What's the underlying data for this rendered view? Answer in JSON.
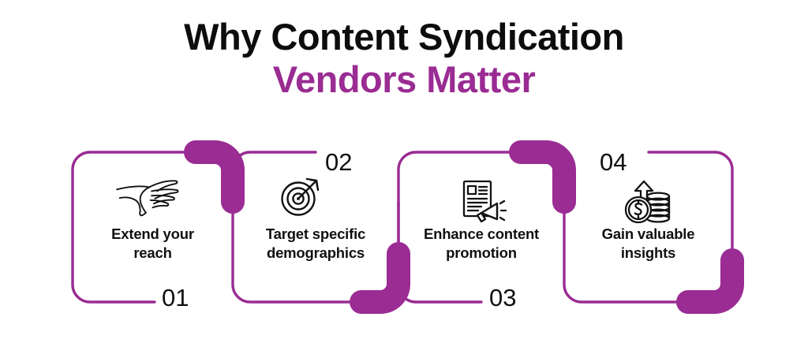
{
  "heading": {
    "line1": "Why Content Syndication",
    "line2": "Vendors Matter"
  },
  "colors": {
    "purple": "#9A2C93",
    "black": "#111111",
    "background": "#ffffff"
  },
  "steps": [
    {
      "number": "01",
      "label_line1": "Extend your",
      "label_line2": "reach",
      "icon": "reaching-hand-icon"
    },
    {
      "number": "02",
      "label_line1": "Target specific",
      "label_line2": "demographics",
      "icon": "target-bullseye-arrow-icon"
    },
    {
      "number": "03",
      "label_line1": "Enhance content",
      "label_line2": "promotion",
      "icon": "document-megaphone-icon"
    },
    {
      "number": "04",
      "label_line1": "Gain valuable",
      "label_line2": "insights",
      "icon": "coins-dollar-growth-icon"
    }
  ]
}
